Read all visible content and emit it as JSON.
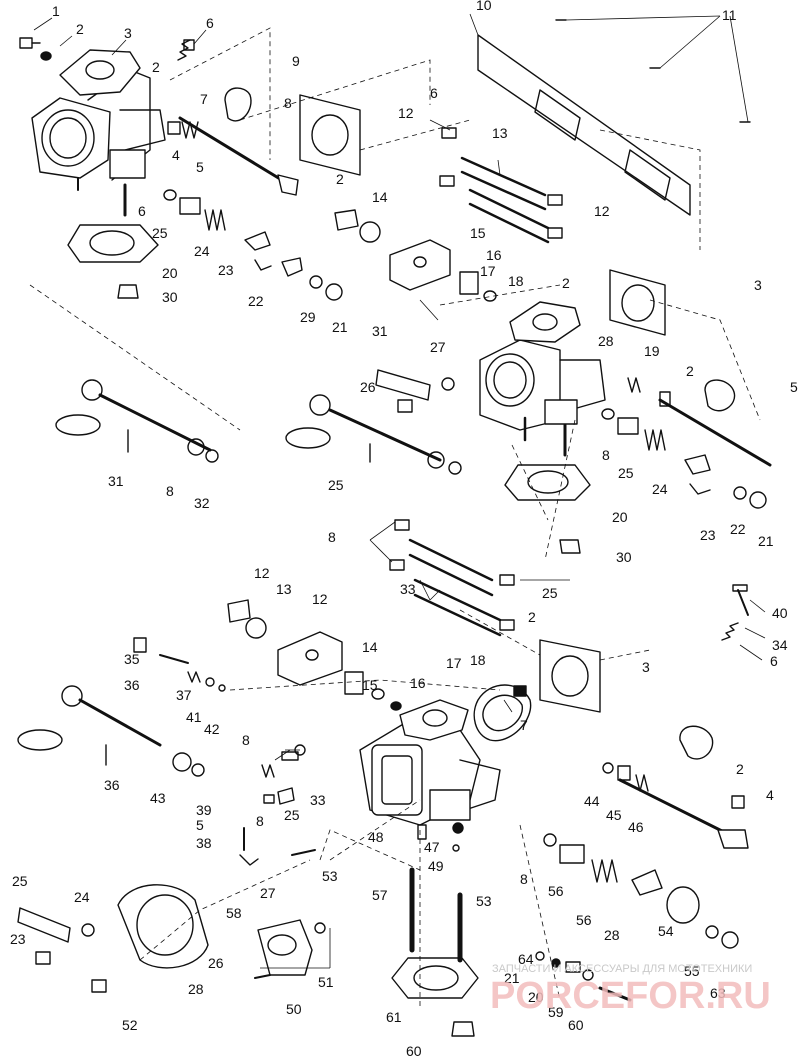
{
  "diagram": {
    "callouts": [
      "1",
      "2",
      "3",
      "6",
      "2",
      "7",
      "8",
      "9",
      "10",
      "11",
      "4",
      "5",
      "6",
      "12",
      "13",
      "12",
      "2",
      "14",
      "15",
      "16",
      "17",
      "18",
      "2",
      "3",
      "6",
      "25",
      "24",
      "23",
      "22",
      "29",
      "21",
      "20",
      "30",
      "31",
      "27",
      "26",
      "28",
      "19",
      "2",
      "5",
      "8",
      "25",
      "24",
      "23",
      "22",
      "21",
      "20",
      "30",
      "31",
      "8",
      "32",
      "25",
      "8",
      "33",
      "25",
      "12",
      "13",
      "12",
      "14",
      "15",
      "16",
      "17",
      "18",
      "2",
      "3",
      "40",
      "34",
      "6",
      "35",
      "36",
      "37",
      "41",
      "42",
      "7",
      "36",
      "43",
      "39",
      "8",
      "33",
      "25",
      "44",
      "45",
      "46",
      "2",
      "4",
      "5",
      "8",
      "38",
      "48",
      "47",
      "49",
      "53",
      "58",
      "57",
      "53",
      "8",
      "56",
      "56",
      "25",
      "24",
      "23",
      "27",
      "26",
      "28",
      "52",
      "51",
      "50",
      "28",
      "54",
      "55",
      "63",
      "64",
      "21",
      "20",
      "59",
      "60",
      "61",
      "60",
      "62",
      "30",
      "31"
    ]
  },
  "watermark": {
    "caption": "ЗАПЧАСТИ И АКСЕССУАРЫ ДЛЯ МОТОТЕХНИКИ",
    "brand": "PORCEFOR.RU"
  },
  "colors": {
    "ink": "#111111",
    "paper": "#ffffff",
    "watermark_text": "#c9c9c9",
    "watermark_brand": "#f2bcbc"
  }
}
